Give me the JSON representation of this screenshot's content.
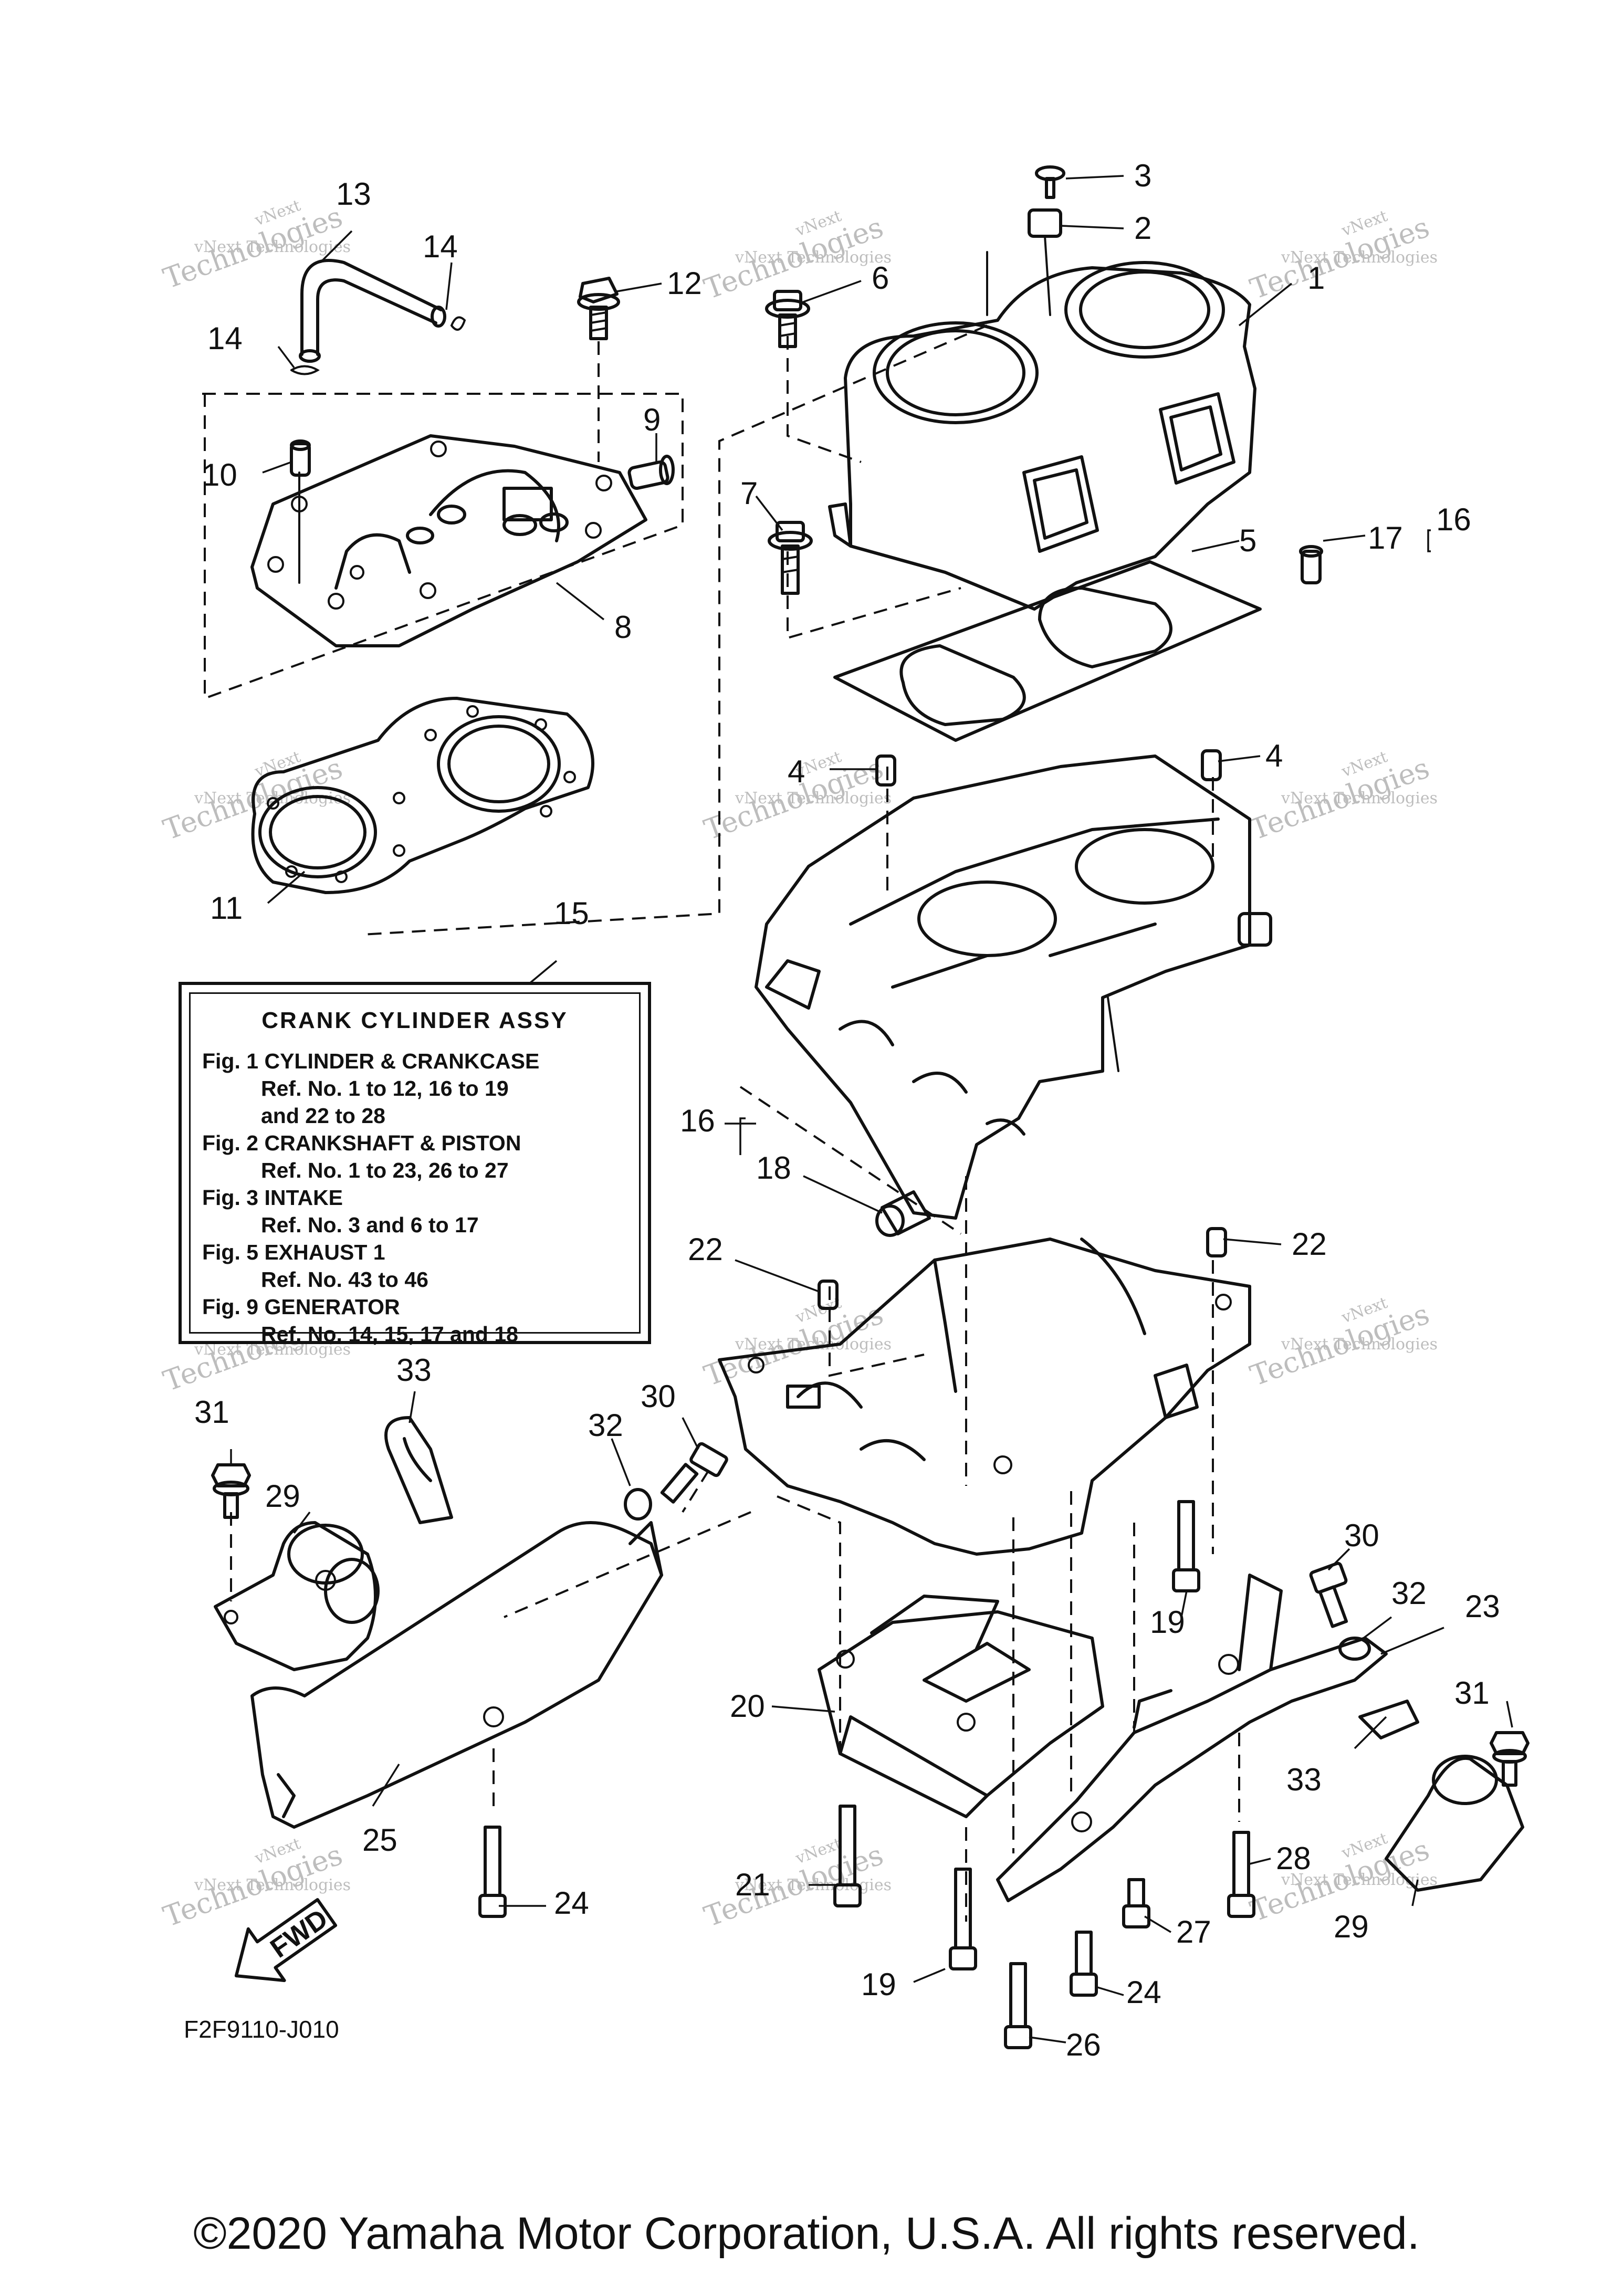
{
  "assy_box": {
    "title": "CRANK  CYLINDER ASSY",
    "lines": [
      {
        "fig": "Fig. 1 CYLINDER & CRANKCASE",
        "refs": [
          "Ref. No. 1 to 12, 16 to 19",
          "and 22 to 28"
        ]
      },
      {
        "fig": "Fig. 2 CRANKSHAFT & PISTON",
        "refs": [
          "Ref. No. 1 to 23, 26 to 27"
        ]
      },
      {
        "fig": "Fig. 3 INTAKE",
        "refs": [
          "Ref. No. 3 and 6 to 17"
        ]
      },
      {
        "fig": "Fig. 5 EXHAUST 1",
        "refs": [
          "Ref. No. 43 to 46"
        ]
      },
      {
        "fig": "Fig. 9 GENERATOR",
        "refs": [
          "Ref. No. 14, 15, 17 and 18"
        ]
      }
    ]
  },
  "callouts": [
    "1",
    "2",
    "3",
    "4",
    "4",
    "5",
    "6",
    "7",
    "8",
    "9",
    "10",
    "11",
    "12",
    "13",
    "14",
    "14",
    "15",
    "16",
    "16",
    "17",
    "18",
    "19",
    "19",
    "20",
    "21",
    "22",
    "22",
    "23",
    "24",
    "24",
    "25",
    "26",
    "27",
    "28",
    "29",
    "29",
    "30",
    "30",
    "31",
    "31",
    "32",
    "32",
    "33",
    "33"
  ],
  "fwd_label": "FWD",
  "diagram_code": "F2F9110-J010",
  "watermark": {
    "line1": "vNext",
    "line2": "vNext Technologies",
    "line3": "Technologies"
  },
  "copyright": "©2020 Yamaha Motor Corporation, U.S.A. All rights reserved."
}
